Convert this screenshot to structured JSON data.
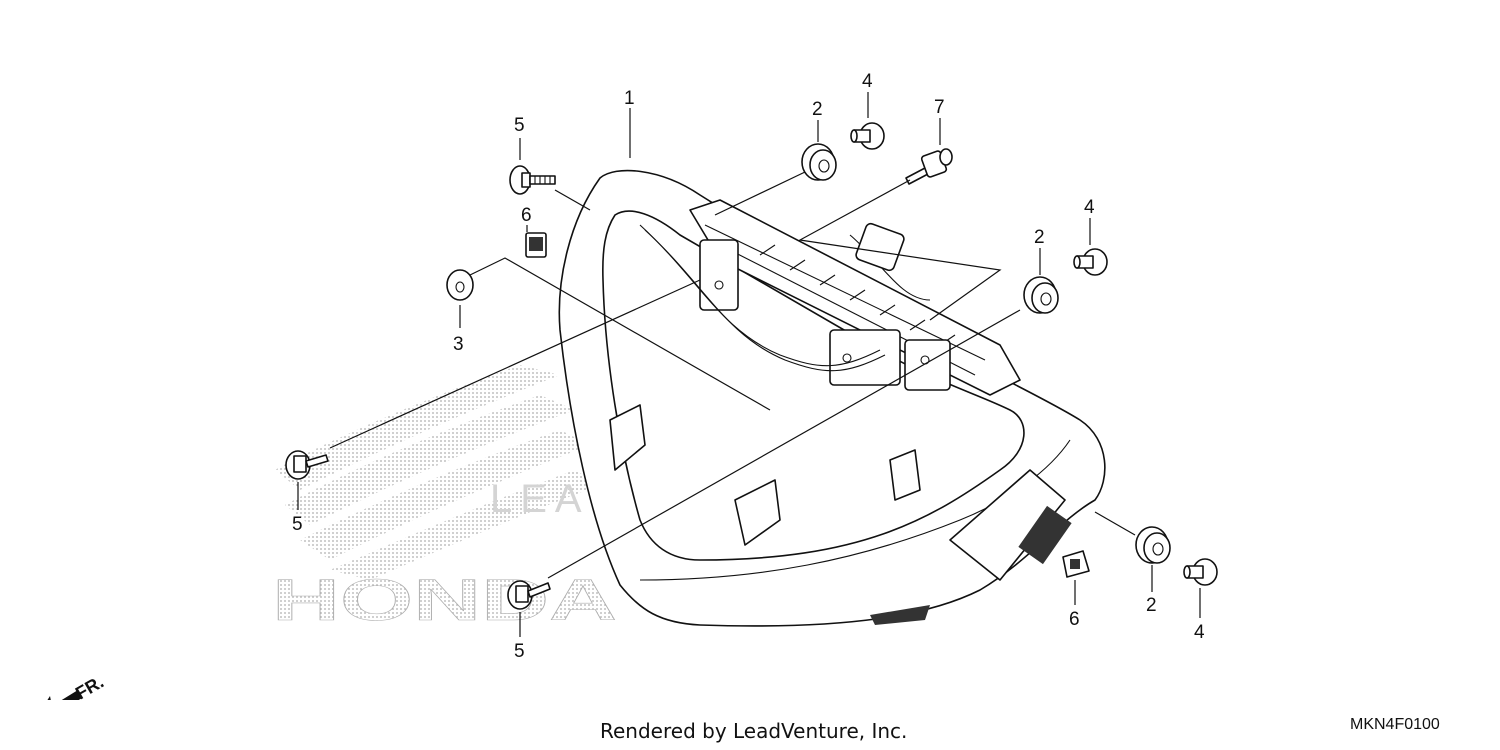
{
  "diagram": {
    "watermark_brand": "HONDA",
    "watermark_vendor": "LEADVENTURE",
    "front_indicator": "FR.",
    "callouts": [
      {
        "id": "c1",
        "label": "1"
      },
      {
        "id": "c2a",
        "label": "2"
      },
      {
        "id": "c2b",
        "label": "2"
      },
      {
        "id": "c2c",
        "label": "2"
      },
      {
        "id": "c3",
        "label": "3"
      },
      {
        "id": "c4a",
        "label": "4"
      },
      {
        "id": "c4b",
        "label": "4"
      },
      {
        "id": "c4c",
        "label": "4"
      },
      {
        "id": "c5a",
        "label": "5"
      },
      {
        "id": "c5b",
        "label": "5"
      },
      {
        "id": "c5c",
        "label": "5"
      },
      {
        "id": "c6a",
        "label": "6"
      },
      {
        "id": "c6b",
        "label": "6"
      },
      {
        "id": "c7",
        "label": "7"
      }
    ]
  },
  "footer": {
    "rendered_by": "Rendered by LeadVenture, Inc.",
    "diagram_code": "MKN4F0100"
  }
}
